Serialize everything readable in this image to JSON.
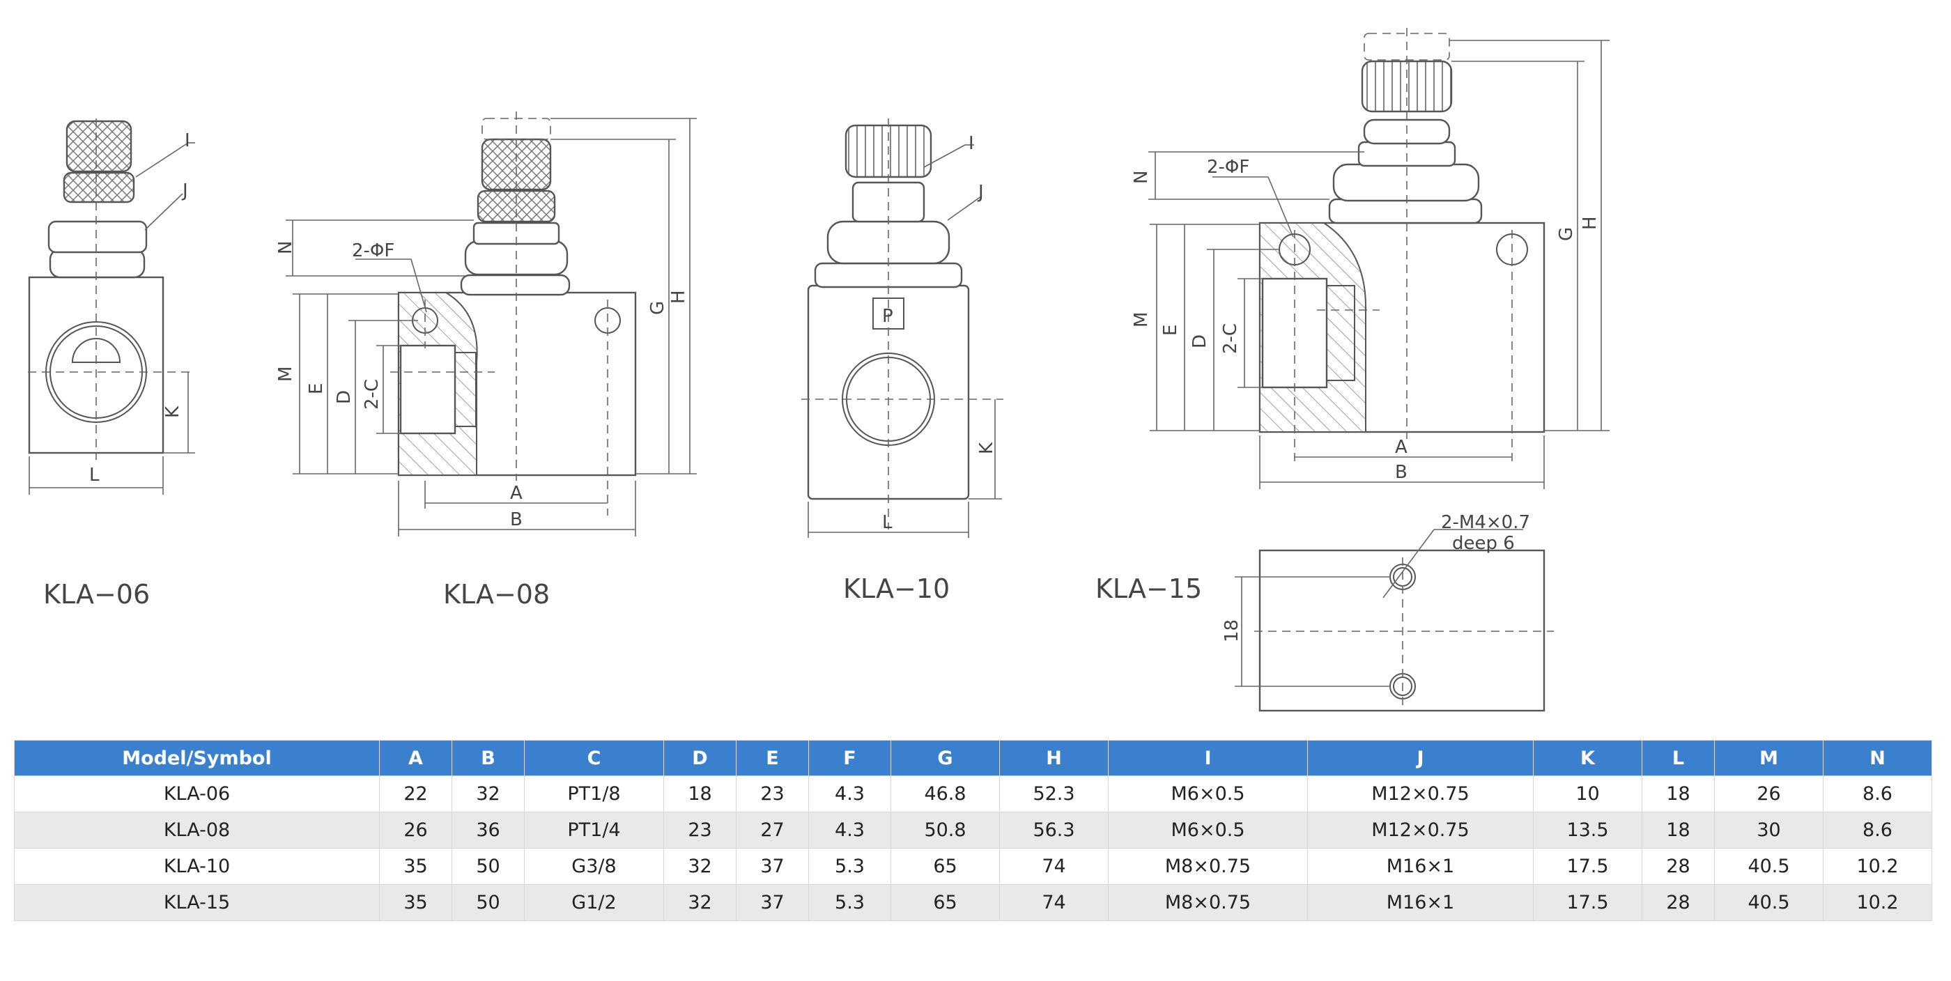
{
  "models": {
    "kla06": "KLA−06",
    "kla08": "KLA−08",
    "kla10": "KLA−10",
    "kla15": "KLA−15"
  },
  "labels": {
    "I": "I",
    "J": "J",
    "K": "K",
    "L": "L",
    "N": "N",
    "M": "M",
    "E": "E",
    "D": "D",
    "C2": "2-C",
    "A": "A",
    "B": "B",
    "G": "G",
    "H": "H",
    "F2": "2-ΦF",
    "P": "P",
    "dim18": "18"
  },
  "notes": {
    "thread": "2-M4×0.7",
    "deep": "deep 6"
  },
  "table": {
    "headers": [
      "Model/Symbol",
      "A",
      "B",
      "C",
      "D",
      "E",
      "F",
      "G",
      "H",
      "I",
      "J",
      "K",
      "L",
      "M",
      "N"
    ],
    "rows": [
      [
        "KLA-06",
        "22",
        "32",
        "PT1/8",
        "18",
        "23",
        "4.3",
        "46.8",
        "52.3",
        "M6×0.5",
        "M12×0.75",
        "10",
        "18",
        "26",
        "8.6"
      ],
      [
        "KLA-08",
        "26",
        "36",
        "PT1/4",
        "23",
        "27",
        "4.3",
        "50.8",
        "56.3",
        "M6×0.5",
        "M12×0.75",
        "13.5",
        "18",
        "30",
        "8.6"
      ],
      [
        "KLA-10",
        "35",
        "50",
        "G3/8",
        "32",
        "37",
        "5.3",
        "65",
        "74",
        "M8×0.75",
        "M16×1",
        "17.5",
        "28",
        "40.5",
        "10.2"
      ],
      [
        "KLA-15",
        "35",
        "50",
        "G1/2",
        "32",
        "37",
        "5.3",
        "65",
        "74",
        "M8×0.75",
        "M16×1",
        "17.5",
        "28",
        "40.5",
        "10.2"
      ]
    ]
  },
  "colors": {
    "header_bg": "#3a80cf",
    "row_alt": "#e9e9e9"
  }
}
